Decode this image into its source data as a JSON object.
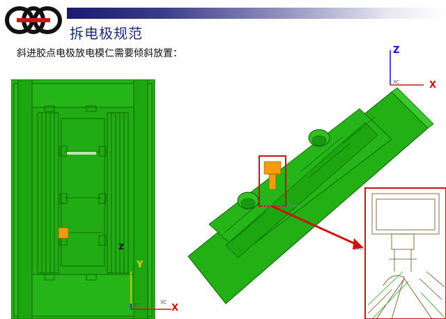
{
  "header": {
    "title": "拆电极规范",
    "subtitle": "斜进胶点电极放电模仁需要倾斜放置："
  },
  "left_view": {
    "axis_y_label": "Y",
    "axis_x_label": "X",
    "axis_zc_label": "ZC",
    "axis_xc_label": "XC",
    "axis_z_label": "Z"
  },
  "right_view": {
    "axis_z_label": "Z",
    "axis_x_label": "X",
    "axis_xc_label": "XC"
  },
  "colors": {
    "model_green": "#22b014",
    "model_dark": "#0c5a06",
    "electrode_orange": "#f29a10",
    "highlight_red": "#cc1010",
    "axis_blue": "#1010c8",
    "axis_red": "#d01010",
    "axis_yellow": "#d8d010",
    "title_blue": "#1c2a70"
  }
}
